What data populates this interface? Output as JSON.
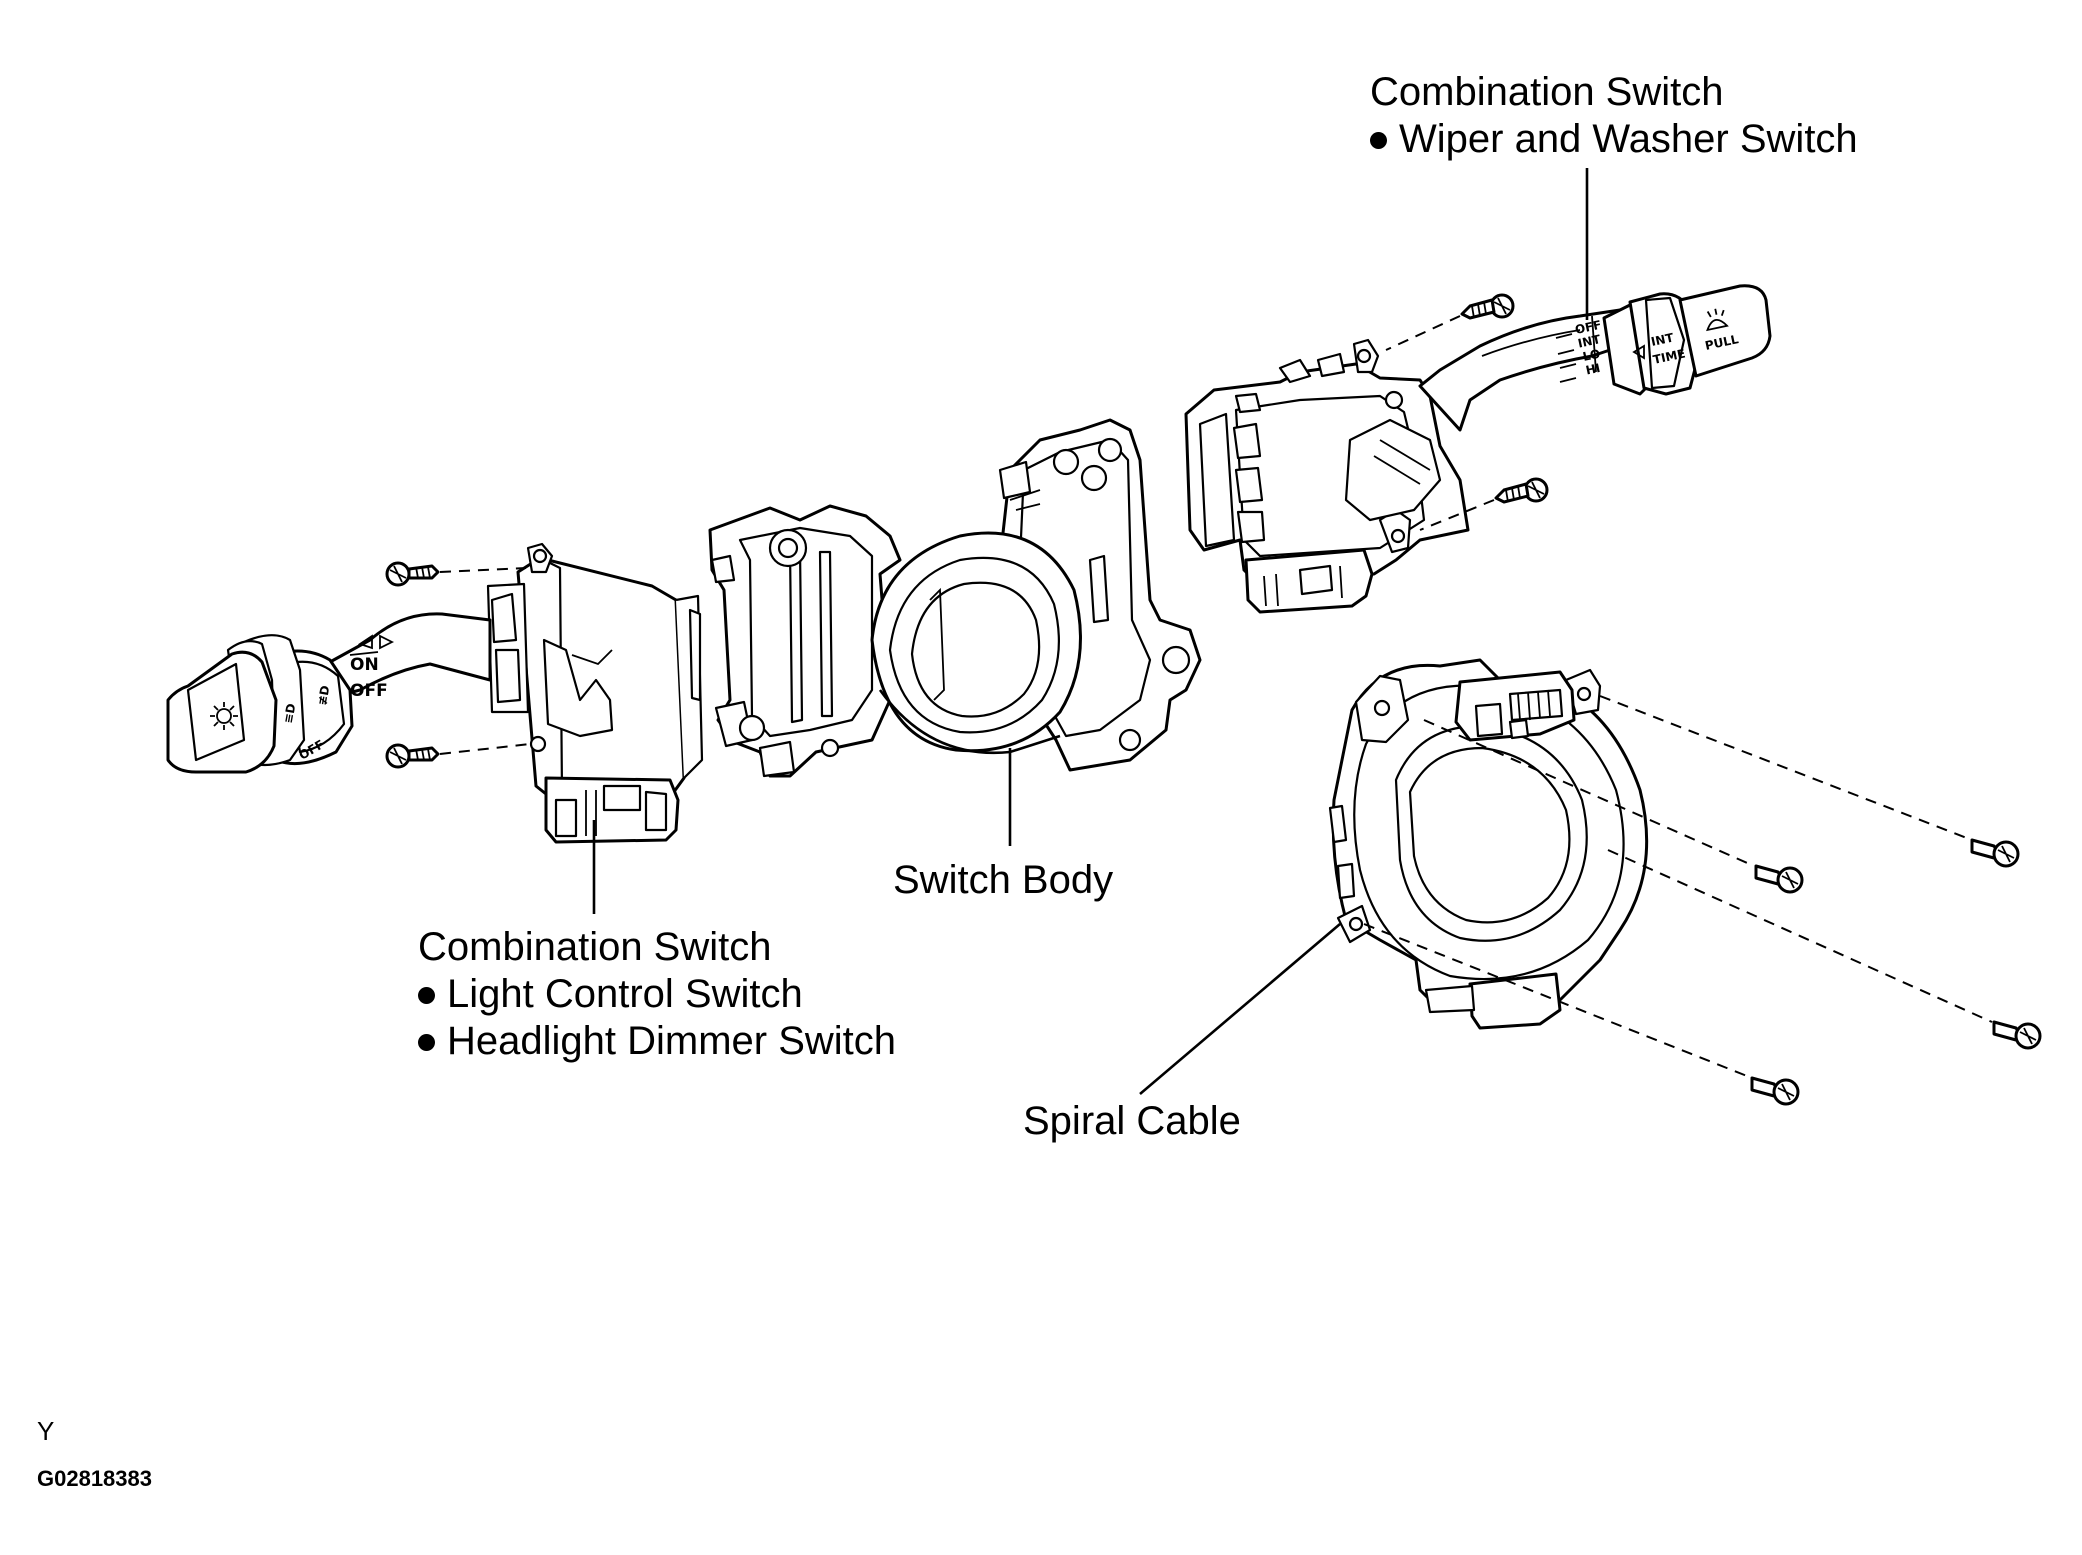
{
  "labels": {
    "wiper_switch": {
      "title": "Combination Switch",
      "items": [
        "Wiper and Washer Switch"
      ]
    },
    "light_switch": {
      "title": "Combination Switch",
      "items": [
        "Light Control Switch",
        "Headlight Dimmer Switch"
      ]
    },
    "switch_body": "Switch Body",
    "spiral_cable": "Spiral Cable"
  },
  "wiper_lever_legends": {
    "positions": [
      "OFF",
      "INT",
      "LO",
      "HI"
    ],
    "int_time": [
      "INT",
      "TIME"
    ],
    "pull": "PULL"
  },
  "light_lever_legends": {
    "on": "ON",
    "off": "OFF",
    "knob": "OFF"
  },
  "footer": {
    "code": "Y",
    "figure_id": "G02818383"
  }
}
